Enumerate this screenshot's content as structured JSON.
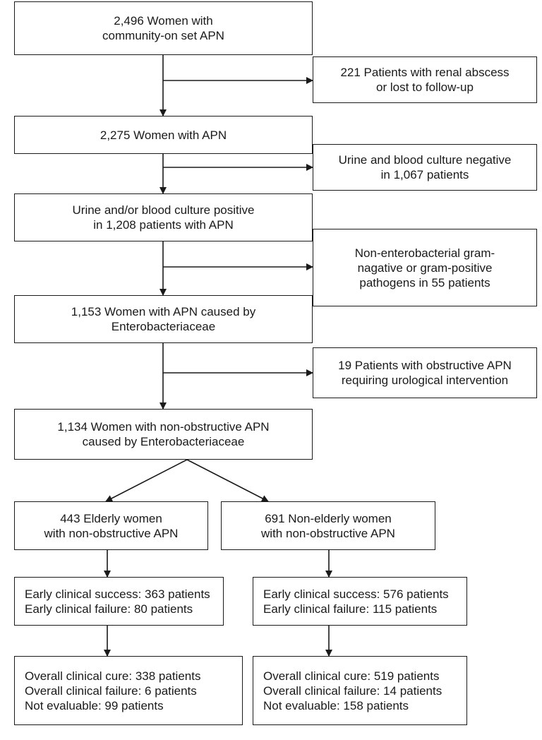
{
  "boxes": {
    "b1": [
      "2,496 Women with",
      "community-on set APN"
    ],
    "r1": [
      "221 Patients with renal abscess",
      "or lost to follow-up"
    ],
    "b2": [
      "2,275 Women with APN"
    ],
    "r2": [
      "Urine and blood culture negative",
      "in 1,067 patients"
    ],
    "b3": [
      "Urine and/or blood culture positive",
      "in 1,208 patients with APN"
    ],
    "r3": [
      "Non-enterobacterial gram-",
      "nagative or gram-positive",
      "pathogens in 55 patients"
    ],
    "b4": [
      "1,153 Women with APN caused by",
      "Enterobacteriaceae"
    ],
    "r4": [
      "19 Patients with obstructive APN",
      "requiring urological intervention"
    ],
    "b5": [
      "1,134 Women with non-obstructive APN",
      "caused by Enterobacteriaceae"
    ],
    "l1": [
      "443 Elderly women",
      "with non-obstructive APN"
    ],
    "n1": [
      "691 Non-elderly women",
      "with non-obstructive APN"
    ],
    "l2": [
      "Early clinical success: 363 patients",
      "Early clinical failure: 80 patients"
    ],
    "n2": [
      "Early clinical success: 576 patients",
      "Early clinical failure: 115 patients"
    ],
    "l3": [
      "Overall clinical cure: 338 patients",
      "Overall clinical failure: 6 patients",
      "Not evaluable: 99 patients"
    ],
    "n3": [
      "Overall clinical cure: 519 patients",
      "Overall clinical failure: 14 patients",
      "Not evaluable: 158 patients"
    ]
  }
}
